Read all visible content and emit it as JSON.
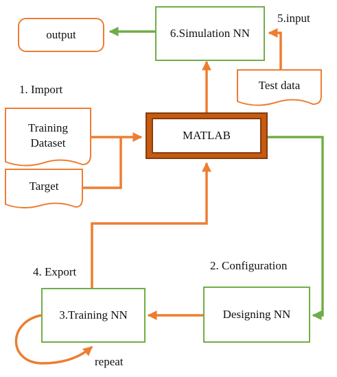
{
  "nodes": {
    "output": "output",
    "simulation": "6.Simulation NN",
    "test_data": "Test data",
    "training_dataset": "Training Dataset",
    "target": "Target",
    "matlab": "MATLAB",
    "training_nn": "3.Training NN",
    "designing_nn": "Designing NN"
  },
  "labels": {
    "import": "1. Import",
    "input": "5.input",
    "export": "4. Export",
    "configuration": "2. Configuration",
    "repeat": "repeat"
  },
  "colors": {
    "orange": "#ed7d31",
    "green": "#70ad47",
    "matlab_fill": "#c55a11"
  }
}
